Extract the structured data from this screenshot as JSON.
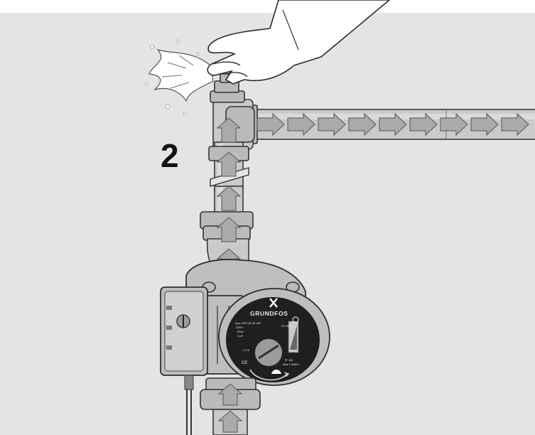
{
  "step": {
    "number": "2"
  },
  "pump": {
    "brand": "GRUNDFOS",
    "model_line": "Type UPS 25-40 180",
    "voltage": "230V ~",
    "frequency": "50Hz",
    "capacitor": "2 µF",
    "product_code": "PC:0638",
    "ce_mark": "CE",
    "temp_class": "TF 110",
    "max_pressure": "Max 1.0MPa",
    "speed_label": "I II III"
  }
}
